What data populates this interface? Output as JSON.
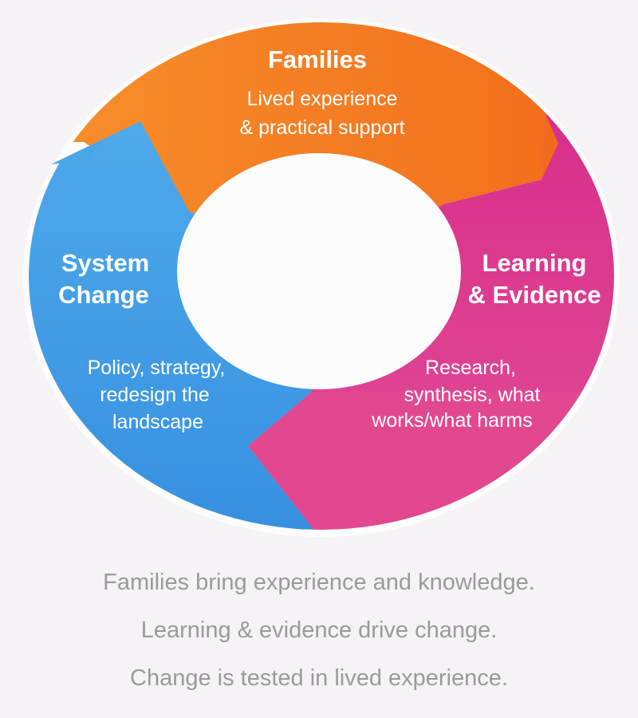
{
  "segments": {
    "families": {
      "title": "Families",
      "desc": [
        "Lived experience",
        "& practical support"
      ],
      "color": "#f47a22"
    },
    "learning": {
      "title": [
        "Learning",
        "& Evidence"
      ],
      "desc": [
        "Research,",
        "synthesis, what",
        "works/what harms"
      ],
      "color": "#dc3a8e"
    },
    "system": {
      "title": [
        "System",
        "Change"
      ],
      "desc": [
        "Policy, strategy,",
        "redesign the",
        "landscape"
      ],
      "color": "#3f97e2"
    }
  },
  "captions": [
    "Families bring experience and knowledge.",
    "Learning & evidence drive change.",
    "Change is tested in lived experience."
  ]
}
